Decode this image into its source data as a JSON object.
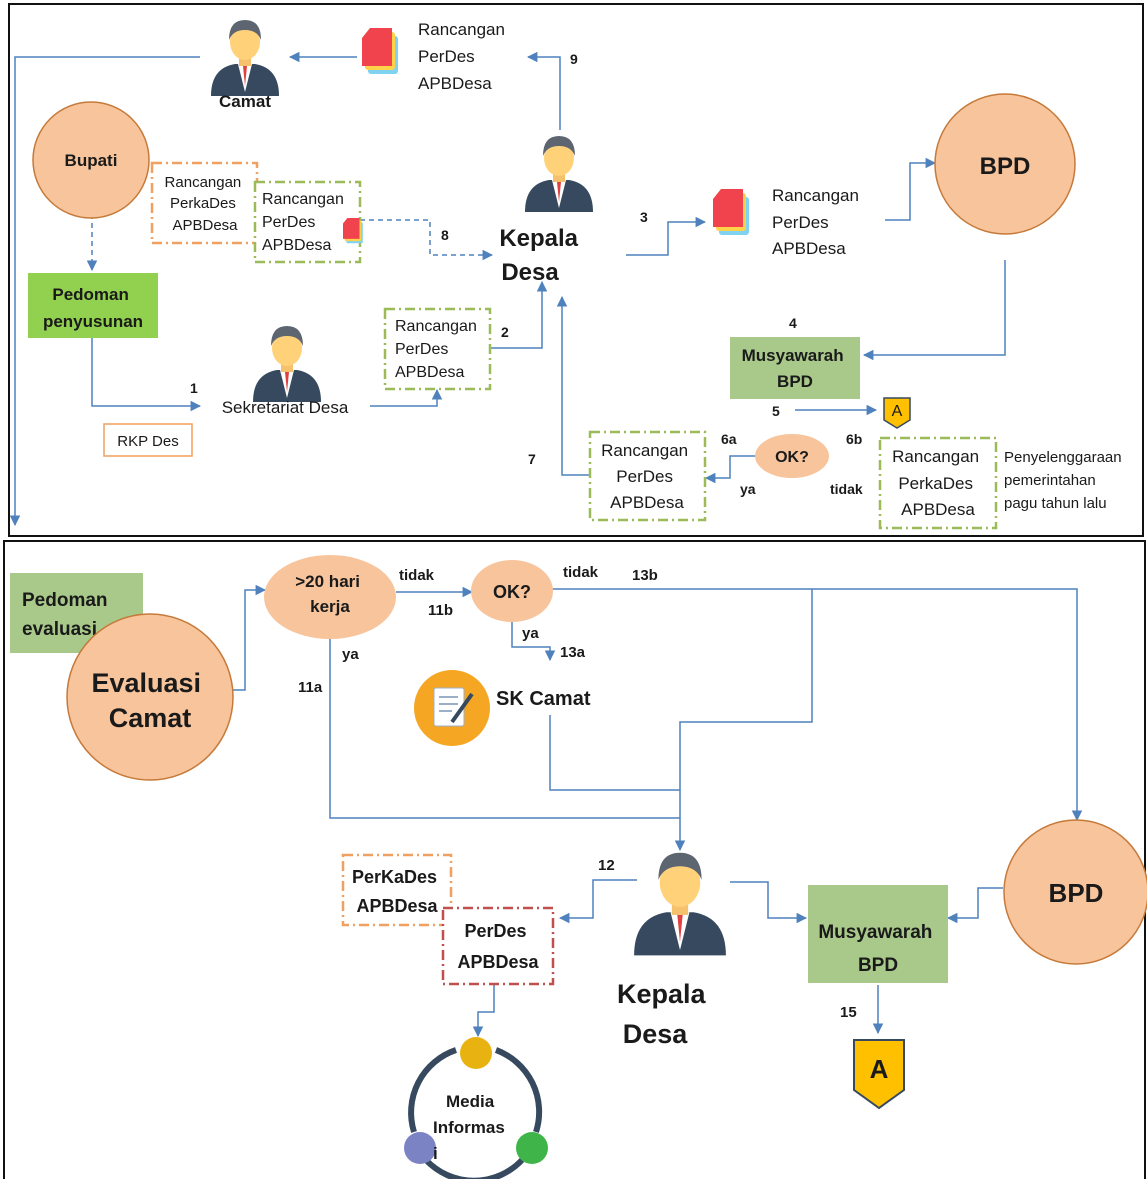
{
  "top": {
    "camat": "Camat",
    "bupati": "Bupati",
    "bpd": "BPD",
    "kepala": [
      "Kepala",
      "Desa"
    ],
    "pedoman": [
      "Pedoman",
      "penyusunan"
    ],
    "sekretariat": "Sekretariat Desa",
    "rkp": "RKP Des",
    "rancangan_perdes": [
      "Rancangan",
      "PerDes",
      "APBDesa"
    ],
    "rancangan_perkades": [
      "Rancangan",
      "PerkaDes",
      "APBDesa"
    ],
    "musyawarah": [
      "Musyawarah",
      "BPD"
    ],
    "ok": "OK?",
    "ya": "ya",
    "tidak": "tidak",
    "a_marker": "A",
    "penyelenggaraan": [
      "Penyelenggaraan",
      "pemerintahan",
      "pagu tahun lalu"
    ],
    "steps": {
      "s1": "1",
      "s2": "2",
      "s3": "3",
      "s4": "4",
      "s5": "5",
      "s6a": "6a",
      "s6b": "6b",
      "s7": "7",
      "s8": "8",
      "s9": "9"
    }
  },
  "bottom": {
    "pedoman_evaluasi": [
      "Pedoman",
      "evaluasi"
    ],
    "evaluasi": [
      "Evaluasi",
      "Camat"
    ],
    "hari_kerja": [
      ">20 hari",
      "kerja"
    ],
    "ok": "OK?",
    "tidak": "tidak",
    "ya": "ya",
    "sk_camat": "SK Camat",
    "kepala": [
      "Kepala",
      "Desa"
    ],
    "bpd": "BPD",
    "musyawarah": [
      "Musyawarah",
      "BPD"
    ],
    "perkades": [
      "PerKaDes",
      "APBDesa"
    ],
    "perdes": [
      "PerDes",
      "APBDesa"
    ],
    "media": [
      "Media",
      "Informas",
      "i"
    ],
    "a_marker": "A",
    "steps": {
      "s11a": "11a",
      "s11b": "11b",
      "s12": "12",
      "s13a": "13a",
      "s13b": "13b",
      "s15": "15"
    }
  },
  "colors": {
    "peach": "#f8c49c",
    "green_dark": "#92d050",
    "green_light": "#a9c98a",
    "blue_line": "#4f81bd",
    "orange_dash": "#f0a060",
    "green_dash": "#9bbb59",
    "red_dash": "#c0504d",
    "gold": "#ffc000"
  }
}
